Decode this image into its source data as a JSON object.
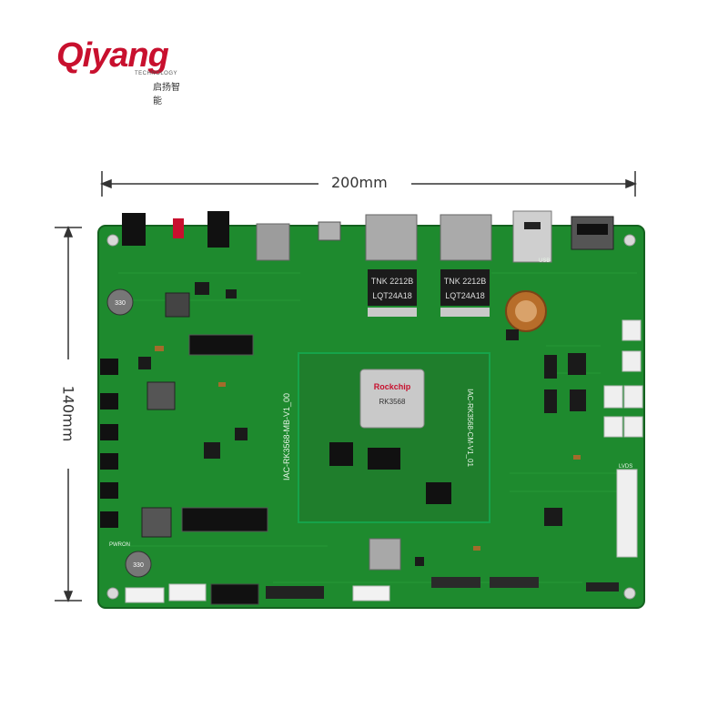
{
  "logo": {
    "brand": "Qiyang",
    "tagline": "TECHNOLOGY",
    "chinese": "启扬智能"
  },
  "dimensions": {
    "width_label": "200mm",
    "height_label": "140mm"
  },
  "board": {
    "silkscreen_board": "IAC-RK3568-MB-V1_00",
    "silkscreen_core": "IAC-RK3568-CM-V1_01",
    "soc_brand": "Rockchip",
    "soc_model": "RK3568",
    "eth_chip_1": "TNK 2212B",
    "eth_chip_1b": "LQT24A18",
    "eth_chip_2": "TNK 2212B",
    "eth_chip_2b": "LQT24A18",
    "cap_top": "330",
    "cap_bottom": "330",
    "usb_label": "USB",
    "lvds_label": "LVDS",
    "power_label": "PWRON"
  },
  "colors": {
    "pcb": "#1e8a2e",
    "pcb_dark": "#14621f",
    "accent": "#c8102e"
  }
}
